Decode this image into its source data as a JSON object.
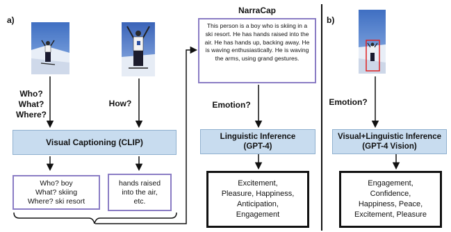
{
  "panel_a": {
    "label": "a)",
    "questions_left": [
      "Who?",
      "What?",
      "Where?"
    ],
    "question_right": "How?",
    "visual_captioning": "Visual Captioning (CLIP)",
    "caption_box_left": [
      "Who? boy",
      "What? skiing",
      "Where? ski resort"
    ],
    "caption_box_right": [
      "hands raised",
      "into the air,",
      "etc."
    ],
    "narracap_title": "NarraCap",
    "narracap_text": "This person is a boy who is skiing in a ski resort. He has hands raised into the air. He has hands up, backing away. He is waving enthusiastically. He is waving the arms, using grand gestures.",
    "emotion_question": "Emotion?",
    "linguistic_inference": [
      "Linguistic Inference",
      "(GPT-4)"
    ],
    "result": [
      "Excitement,",
      "Pleasure, Happiness,",
      "Anticipation,",
      "Engagement"
    ]
  },
  "panel_b": {
    "label": "b)",
    "emotion_question": "Emotion?",
    "visual_linguistic_inference": [
      "Visual+Linguistic Inference",
      "(GPT-4 Vision)"
    ],
    "result": [
      "Engagement,",
      "Confidence,",
      "Happiness, Peace,",
      "Excitement, Pleasure"
    ]
  }
}
